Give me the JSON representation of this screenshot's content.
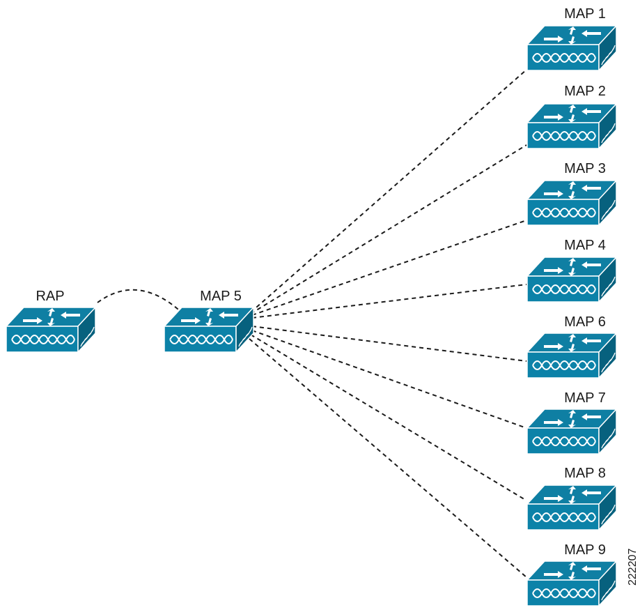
{
  "diagram": {
    "root": {
      "id": "rap",
      "label": "RAP"
    },
    "hub": {
      "id": "map5",
      "label": "MAP 5"
    },
    "children": [
      {
        "id": "map1",
        "label": "MAP 1"
      },
      {
        "id": "map2",
        "label": "MAP 2"
      },
      {
        "id": "map3",
        "label": "MAP 3"
      },
      {
        "id": "map4",
        "label": "MAP 4"
      },
      {
        "id": "map6",
        "label": "MAP 6"
      },
      {
        "id": "map7",
        "label": "MAP 7"
      },
      {
        "id": "map8",
        "label": "MAP 8"
      },
      {
        "id": "map9",
        "label": "MAP 9"
      }
    ],
    "links": [
      {
        "from": "rap",
        "to": "map5",
        "style": "dashed"
      },
      {
        "from": "map5",
        "to": "map1",
        "style": "dashed"
      },
      {
        "from": "map5",
        "to": "map2",
        "style": "dashed"
      },
      {
        "from": "map5",
        "to": "map3",
        "style": "dashed"
      },
      {
        "from": "map5",
        "to": "map4",
        "style": "dashed"
      },
      {
        "from": "map5",
        "to": "map6",
        "style": "dashed"
      },
      {
        "from": "map5",
        "to": "map7",
        "style": "dashed"
      },
      {
        "from": "map5",
        "to": "map8",
        "style": "dashed"
      },
      {
        "from": "map5",
        "to": "map9",
        "style": "dashed"
      }
    ],
    "node_icon": "access-point-icon",
    "figure_id": "222207",
    "colors": {
      "icon_top": "#0f7fa3",
      "icon_front": "#0c82a8",
      "icon_side": "#07617e",
      "icon_edge": "#ffffff",
      "link": "#1a1a1a"
    }
  }
}
